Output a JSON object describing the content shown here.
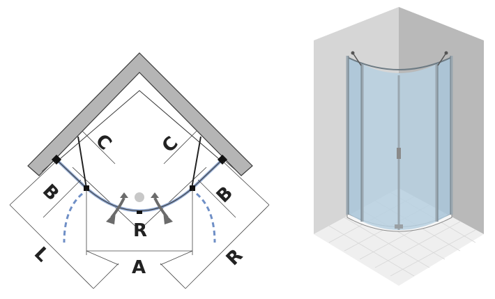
{
  "plan": {
    "labels": {
      "c_left": "C",
      "c_right": "C",
      "b_left": "B",
      "b_right": "B",
      "radius": "R",
      "width": "A",
      "length": "L",
      "radius_outer": "R"
    }
  },
  "colors": {
    "wall": "#b5b5b5",
    "wall_outline": "#3a3a3a",
    "glass_line": "#8fa7cf",
    "door_swing": "#6f8fc6",
    "arrow": "#6b6b6b",
    "dimension": "#444444",
    "glass_fill": "#a9c6d9",
    "frame": "#9aa7b0",
    "floor_tile": "#e8e8e8",
    "wall_left_3d": "#d6d6d6",
    "wall_back_3d": "#b9b9b9"
  },
  "icons": {
    "door_arrows": "curved-arrow-icon",
    "drain": "drain-icon"
  }
}
